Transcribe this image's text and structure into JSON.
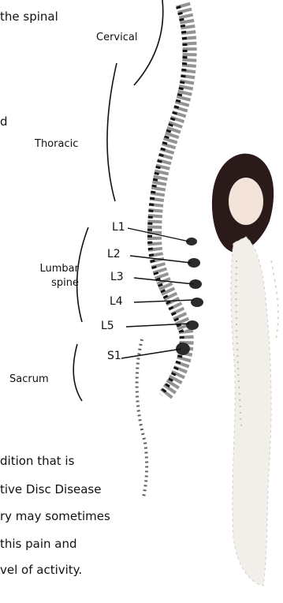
{
  "top_text": {
    "line1": "the spinal",
    "line2": "d"
  },
  "regions": {
    "cervical": "Cervical",
    "thoracic": "Thoracic",
    "lumbar_line1": "Lumbar",
    "lumbar_line2": "spine",
    "sacrum": "Sacrum"
  },
  "vertebrae": [
    "L1",
    "L2",
    "L3",
    "L4",
    "L5",
    "S1"
  ],
  "bottom_text": [
    "dition that is",
    "tive Disc Disease",
    "ry may sometimes",
    "this pain and",
    "vel of activity."
  ]
}
